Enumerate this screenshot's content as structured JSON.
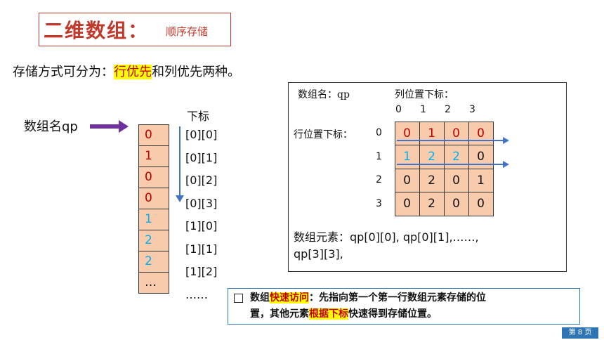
{
  "title": {
    "main": "二维数组：",
    "sub": "顺序存储"
  },
  "intro": {
    "prefix": "存储方式可分为：",
    "highlight": "行优先",
    "suffix": "和列优先两种。"
  },
  "linear": {
    "array_name": "数组名qp",
    "subscript_header": "下标",
    "values": [
      {
        "v": "0",
        "color": "#c00000"
      },
      {
        "v": "1",
        "color": "#c00000"
      },
      {
        "v": "0",
        "color": "#c00000"
      },
      {
        "v": "0",
        "color": "#c00000"
      },
      {
        "v": "1",
        "color": "#00b0f0"
      },
      {
        "v": "2",
        "color": "#00b0f0"
      },
      {
        "v": "2",
        "color": "#00b0f0"
      },
      {
        "v": "…",
        "color": "#111111"
      }
    ],
    "subscripts": [
      "[0][0]",
      "[0][1]",
      "[0][2]",
      "[0][3]",
      "[1][0]",
      "[1][1]",
      "[1][2]",
      "……"
    ]
  },
  "matrix": {
    "name_label": "数组名：qp",
    "col_label": "列位置下标：",
    "col_indices": [
      "0",
      "1",
      "2",
      "3"
    ],
    "row_label": "行位置下标：",
    "row_indices": [
      "0",
      "1",
      "2",
      "3"
    ],
    "cells": [
      [
        {
          "v": "0",
          "color": "#c00000"
        },
        {
          "v": "1",
          "color": "#c00000"
        },
        {
          "v": "0",
          "color": "#c00000"
        },
        {
          "v": "0",
          "color": "#c00000"
        }
      ],
      [
        {
          "v": "1",
          "color": "#00b0f0"
        },
        {
          "v": "2",
          "color": "#00b0f0"
        },
        {
          "v": "2",
          "color": "#00b0f0"
        },
        {
          "v": "0",
          "color": "#111111"
        }
      ],
      [
        {
          "v": "0",
          "color": "#111111"
        },
        {
          "v": "2",
          "color": "#111111"
        },
        {
          "v": "0",
          "color": "#111111"
        },
        {
          "v": "1",
          "color": "#111111"
        }
      ],
      [
        {
          "v": "0",
          "color": "#111111"
        },
        {
          "v": "2",
          "color": "#111111"
        },
        {
          "v": "0",
          "color": "#111111"
        },
        {
          "v": "0",
          "color": "#111111"
        }
      ]
    ],
    "elements_text_line1": "数组元素：qp[0][0], qp[0][1],……,",
    "elements_text_line2": "qp[3][3],"
  },
  "note": {
    "p1": "数组",
    "h1": "快速访问",
    "p2": "：先指向第一个第一行数组元素存储的位",
    "p3": "置，其他元素",
    "h2": "根据下标",
    "p4": "快速得到存储位置。"
  },
  "page_number": "第 8 页"
}
